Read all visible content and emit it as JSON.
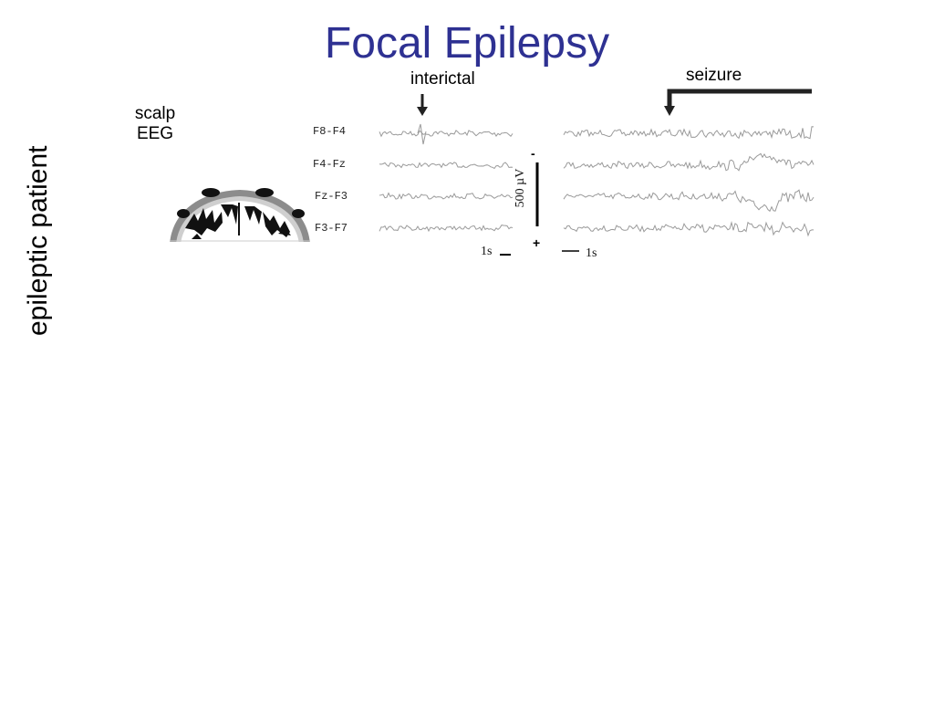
{
  "title": "Focal Epilepsy",
  "side_label": "epileptic patient",
  "scalp_label": [
    "scalp",
    "EEG"
  ],
  "interictal_label": "interictal",
  "seizure_label": "seizure",
  "channels": [
    "F8-F4",
    "F4-Fz",
    "Fz-F3",
    "F3-F7"
  ],
  "amplitude_scale": "500 µV",
  "scale_minus": "-",
  "scale_plus": "+",
  "time_scale_left": "1s",
  "time_scale_right": "1s",
  "colors": {
    "title": "#2e3192",
    "trace": "#9a9a9a",
    "marker": "#222222"
  }
}
